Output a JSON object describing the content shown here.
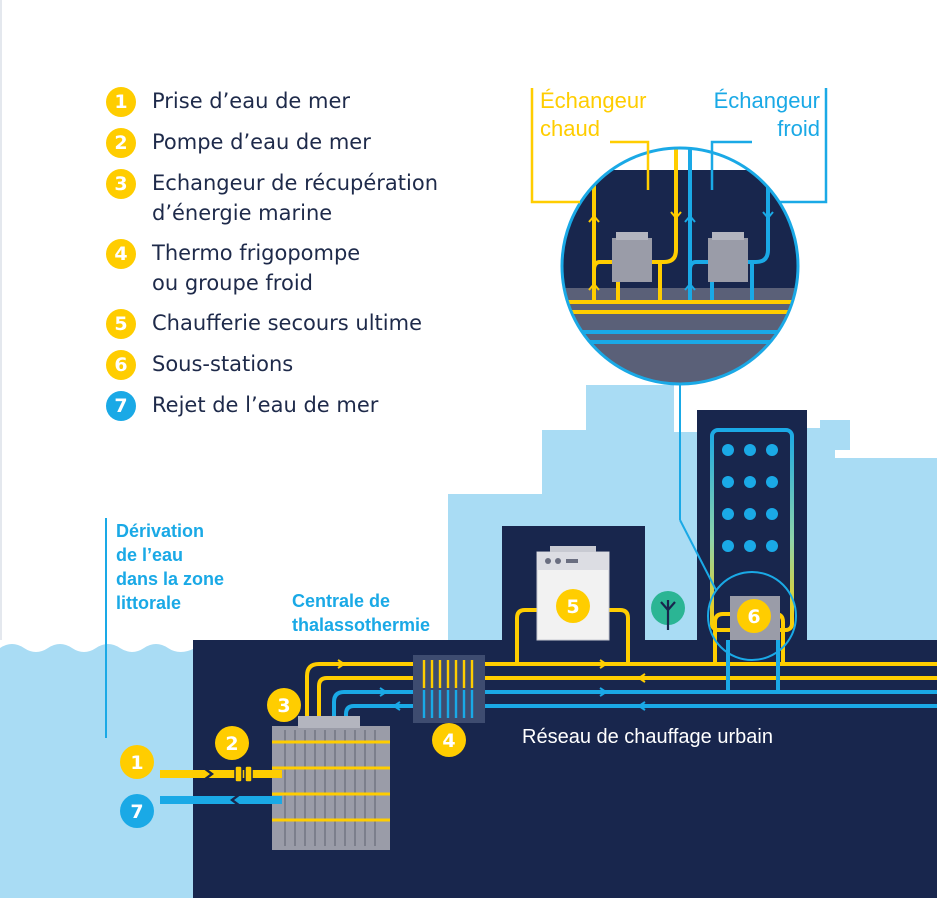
{
  "colors": {
    "navy": "#18264d",
    "yellow": "#ffcd00",
    "blue": "#1aa9e6",
    "sky": "#a9dcf4",
    "gray": "#9a9ca8",
    "ground": "#5a6078",
    "green": "#2bb594",
    "text": "#1e2a4a"
  },
  "legend": [
    {
      "num": "1",
      "text": "Prise d’eau de mer",
      "color": "yellow"
    },
    {
      "num": "2",
      "text": "Pompe d’eau de mer",
      "color": "yellow"
    },
    {
      "num": "3",
      "text": "Echangeur de récupération\nd’énergie marine",
      "color": "yellow"
    },
    {
      "num": "4",
      "text": "Thermo frigopompe\nou groupe froid",
      "color": "yellow"
    },
    {
      "num": "5",
      "text": "Chaufferie secours ultime",
      "color": "yellow"
    },
    {
      "num": "6",
      "text": "Sous-stations",
      "color": "yellow"
    },
    {
      "num": "7",
      "text": "Rejet de l’eau de mer",
      "color": "blue"
    }
  ],
  "labels": {
    "hot_exchanger_line1": "Échangeur",
    "hot_exchanger_line2": "chaud",
    "cold_exchanger_line1": "Échangeur",
    "cold_exchanger_line2": "froid",
    "derivation": [
      "Dérivation",
      "de l’eau",
      "dans la zone",
      "littorale"
    ],
    "plant": [
      "Centrale de",
      "thalassothermie"
    ],
    "network": "Réseau de chauffage urbain"
  },
  "markers": {
    "m1": "1",
    "m2": "2",
    "m3": "3",
    "m4": "4",
    "m5": "5",
    "m6": "6",
    "m7": "7"
  }
}
